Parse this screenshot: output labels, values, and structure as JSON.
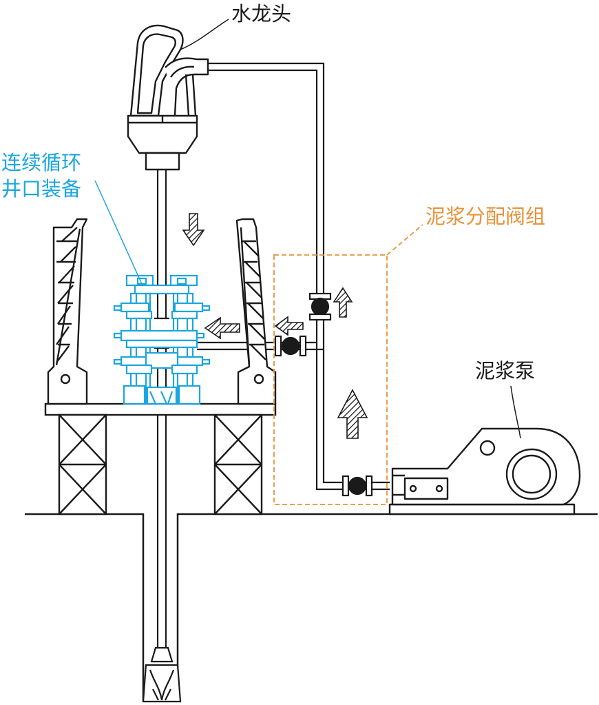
{
  "labels": {
    "swivel": "水龙头",
    "wellhead_line1": "连续循环",
    "wellhead_line2": "井口装备",
    "valve_group": "泥浆分配阀组",
    "mud_pump": "泥浆泵"
  },
  "colors": {
    "line": "#1a1a1a",
    "wellhead": "#1ba6de",
    "valve_group_box": "#e8923a"
  }
}
